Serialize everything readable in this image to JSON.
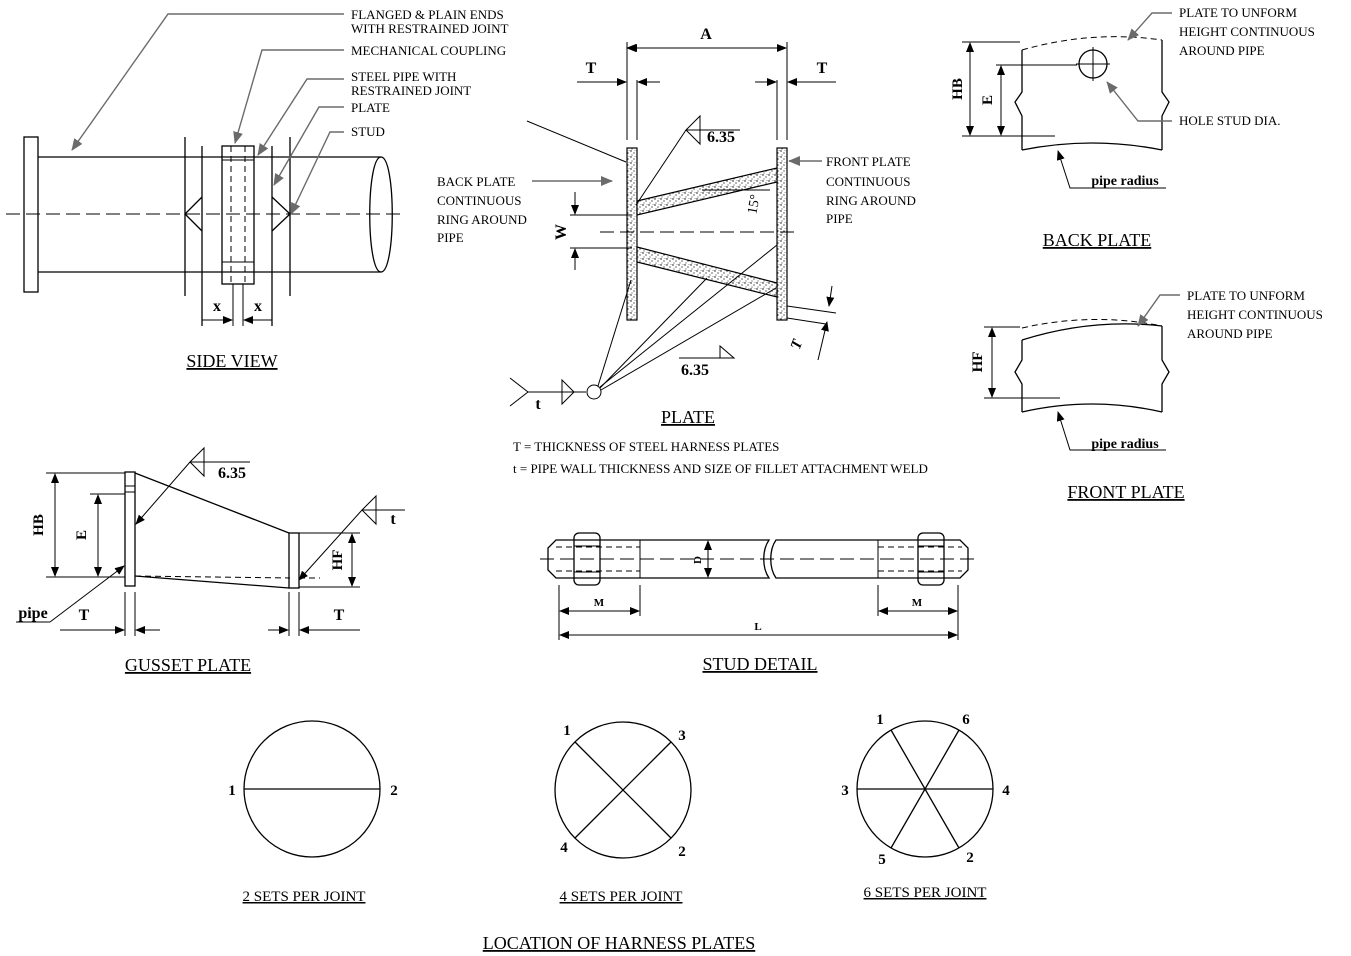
{
  "side_view": {
    "title": "SIDE VIEW",
    "callouts": [
      "FLANGED & PLAIN ENDS",
      "WITH RESTRAINED JOINT",
      "MECHANICAL COUPLING",
      "STEEL PIPE WITH",
      "RESTRAINED JOINT",
      "PLATE",
      "STUD"
    ],
    "dim_x": "x"
  },
  "plate": {
    "title": "PLATE",
    "dim_a": "A",
    "dim_t": "T",
    "dim_w": "W",
    "angle": "15°",
    "weld_size": "6.35",
    "weld_t": "t",
    "back_plate_label": [
      "BACK PLATE",
      "CONTINUOUS",
      "RING AROUND",
      "PIPE"
    ],
    "front_plate_label": [
      "FRONT PLATE",
      "CONTINUOUS",
      "RING AROUND",
      "PIPE"
    ],
    "notes": [
      "T = THICKNESS OF STEEL HARNESS PLATES",
      "t = PIPE WALL THICKNESS AND SIZE OF FILLET ATTACHMENT WELD"
    ]
  },
  "back_plate": {
    "title": "BACK PLATE",
    "callout": [
      "PLATE TO UNFORM",
      "HEIGHT CONTINUOUS",
      "AROUND PIPE"
    ],
    "hole_label": "HOLE STUD DIA.",
    "radius_label": "pipe radius",
    "dim_hb": "HB",
    "dim_e": "E"
  },
  "front_plate": {
    "title": "FRONT PLATE",
    "callout": [
      "PLATE TO UNFORM",
      "HEIGHT CONTINUOUS",
      "AROUND PIPE"
    ],
    "radius_label": "pipe radius",
    "dim_hf": "HF"
  },
  "gusset": {
    "title": "GUSSET PLATE",
    "weld_size": "6.35",
    "weld_t": "t",
    "dim_hb": "HB",
    "dim_e": "E",
    "dim_hf": "HF",
    "dim_t": "T",
    "pipe_label": "pipe"
  },
  "stud": {
    "title": "STUD DETAIL",
    "dim_d": "D",
    "dim_m": "M",
    "dim_l": "L"
  },
  "location": {
    "title": "LOCATION OF HARNESS PLATES",
    "sets": [
      {
        "label": "2 SETS PER JOINT",
        "numbers": [
          "1",
          "2"
        ]
      },
      {
        "label": "4 SETS PER JOINT",
        "numbers": [
          "1",
          "3",
          "4",
          "2"
        ]
      },
      {
        "label": "6 SETS PER JOINT",
        "numbers": [
          "1",
          "6",
          "3",
          "4",
          "5",
          "2"
        ]
      }
    ]
  }
}
